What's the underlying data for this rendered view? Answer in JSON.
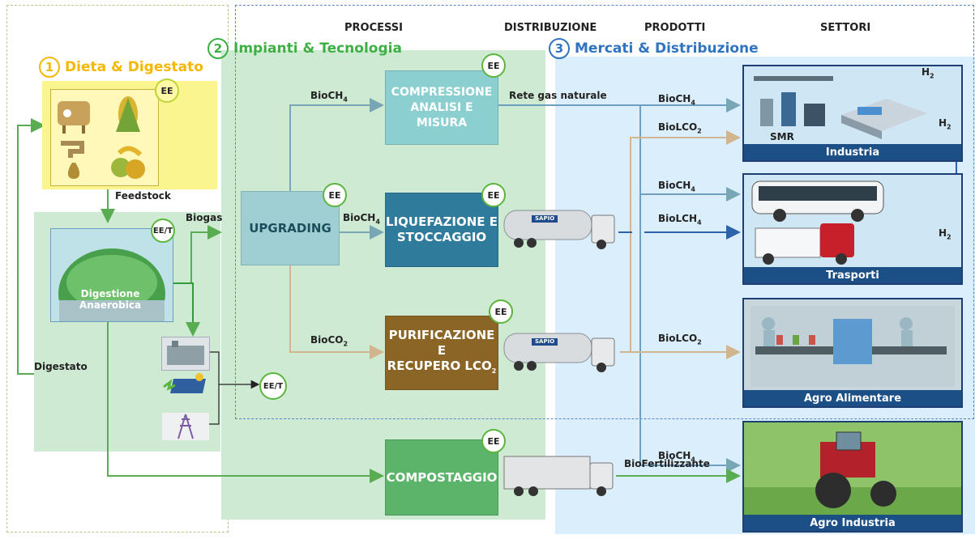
{
  "headers": {
    "processi": "PROCESSI",
    "distribuzione": "DISTRIBUZIONE",
    "prodotti": "PRODOTTI",
    "settori": "SETTORI"
  },
  "sections": [
    {
      "number": "1",
      "label": "Dieta & Digestato",
      "color": "#f5b800"
    },
    {
      "number": "2",
      "label": "Impianti & Tecnologia",
      "color": "#3cb043"
    },
    {
      "number": "3",
      "label": "Mercati & Distribuzione",
      "color": "#2f74c0"
    }
  ],
  "badges": {
    "ee": "EE",
    "eet": "EE/T"
  },
  "processes": {
    "compressione": "COMPRESSIONE ANALISI E MISURA",
    "upgrading": "UPGRADING",
    "liquefazione": "LIQUEFAZIONE E STOCCAGGIO",
    "purificazione_1": "PURIFICAZIONE",
    "purificazione_2": "E",
    "purificazione_3": "RECUPERO LCO",
    "compostaggio": "COMPOSTAGGIO",
    "digestione": "Digestione Anaerobica"
  },
  "flows": {
    "feedstock": "Feedstock",
    "biogas": "Biogas",
    "digestato": "Digestato",
    "rete_gas": "Rete gas naturale",
    "biofertilizzante": "BioFertilizzante",
    "biogas_upgrade": "BioCH",
    "bioco2": "BioCO",
    "sub4": "4",
    "sub2": "2",
    "h": "H",
    "smr": "SMR"
  },
  "products": {
    "bioch4": "BioCH",
    "biolco2": "BioLCO",
    "biolch4": "BioLCH"
  },
  "sectors": {
    "industria": "Industria",
    "trasporti": "Trasporti",
    "agro_alimentare": "Agro Alimentare",
    "agro_industria": "Agro Industria"
  },
  "truck_logo": "SAPIO",
  "colors": {
    "yellow_panel": "#fbf58f",
    "green_panel": "#cfead2",
    "blue_panel": "#dbeefb",
    "compressione": "#8ccfd1",
    "upgrading": "#9fcfd3",
    "liquefazione": "#2e7b9c",
    "purificazione": "#8a6526",
    "compostaggio": "#5bb46a"
  }
}
